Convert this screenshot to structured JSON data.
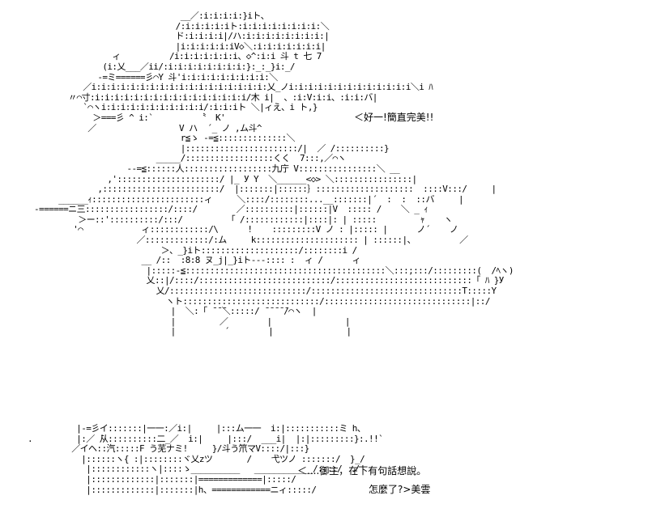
{
  "art": {
    "main": "                               __／:i:i:i:i:}iト、\n                              /:i:i:i:i:iト:i:i:i:i:i:i:i:i:＼\n                              ド:i:i:i:i|/ハ:i:i:i:i:i:i:i:i:|\n                              |i:i:i:i:i:iV◇＼:i:i:i:i:i:i:i|\n                 ィ          /i:i:i:i:i:i:i、◇^:i:i 斗 t 七 7\n               (i:乂___／ii/:i:i:i:i:i:i:i:i:}:_:_}i:_/\n              -=ミ======彡⌒Y 斗'i:i:i:i:i:i:i:i:i:＼\n           ／i:i:i:i:i:i:i:i:i:i:i:i:i:i:i:i:i:i:乂_ノi:i:i:i:i:i:i:i:i:i:i:i:i＼i ﾊ\n        〃⌒寸:i:i:i:i:i:i:i:i:i:i:i:i:i:i:i:i/木 i|  、:i:V:i:i、:i:i:バ|\n           `⌒ヽi:i:i:i:i:i:i:i:i:i:i/:i:i:iト ＼|ィえ、i ト,}\n             ＞===彡 ^ i:`         〝  K'\n            ／                 V ハ  ´_ ノ ,ム斗^\n                               r≦ゝ -=≦::::::::::::::＼\n                               |:::::::::::::::::::::::/|  ／ /::::::::::}\n                          _____/::::::::::::::::::くく  7:::,／⌒ヽ\n                    --=≦::::::人::::::::::::::::::九庁 V::::::::::::::::＼ __\n                ,':::::::::::::::::::::/ |_ У Y  ＼______<◇> ＼::::::::::::::::|\n              ,::::::::::::::::::::::::/  |:::::::|::::::｝::::::::::::::::::::  ::::V:::/     |\n      ______ｨ:::::::::::::::::::::::ィ     ＼::::/::::::::...__:::::::|´  :  :  ::バ     |\n -======ニ三:::::::::::::::::/::::/        ／::::::::::|::::::|V  ::::: /    ＼ _ ｨ\n          ＞ー::'::::::::::/:::/         「 /::::::::::::|::::|: | :::::         ｬ    ヽ\n         '⌒            ィ::::::::::::/\\      !    :::::::::V ノ : |::::: |      ノ´    ノ\n                      ／:::::::::::::/:ム     k::::::::::::::::::::: | ::::::|、         ／\n                           ＞、_}iト::::::::::::::::::::/::::::::i /\n                       __ /::  :8:8 ヌ_j|_}iト---:::: :  ィ /      ィ\n                        |:::::-≦:::::::::::::::::::::::::::::::::::::::::＼:::;:::/:::::::::(  /ﾍヽ)\n                        乂::|/::::/:::::::::::::::::::::::::::/::::::::::::::::::::::::::::「 ﾊ }У\n                          乂/::::::::::::::::::::::::::::/:::::::::::::::::::::::::::::::T:::::Y\n                            ヽト::::::::::::::::::::::::::::/::::::::::::::::::::::::::::::|::/\n                             |  ＼:「 ̄ ̄ ̄＼:::::/ ̄ ̄ ̄ ̄ ̄/⌒ヽ  |\n                             |         ／        |               |\n                             |          ´        |               |",
    "bottom": "           |-=彡イ:::::::|一一:／i:|     |:::ム一一  i:|:::::::::::ミ h、\n .         |:／ ̄从::::::::::二_／  i:|     |:::/  ___i|  |:|:::::::::}:.!!`\n          ／イヘ::汽:::::F う芜ナミ!     }/斗う笊マV::::/|:::}\n            |::::::ヽ{ :|::::::::ヾ乂zツ       /    弋ツノ :::::::/  }_/\n             |::::::::::::ヽ|::::ゝ__________   ____________/::::/  ノ'\n             |:::::::::::::|:::::::|=============|:::::/\n             |:::::::::::::|:::::::|h、============ニィ:::::/"
  },
  "dialogue": {
    "line1": "＜好一!簡直完美!!",
    "line2": "＜....御主，在下有句話想說。",
    "line3": "怎麼了?>美雲"
  }
}
